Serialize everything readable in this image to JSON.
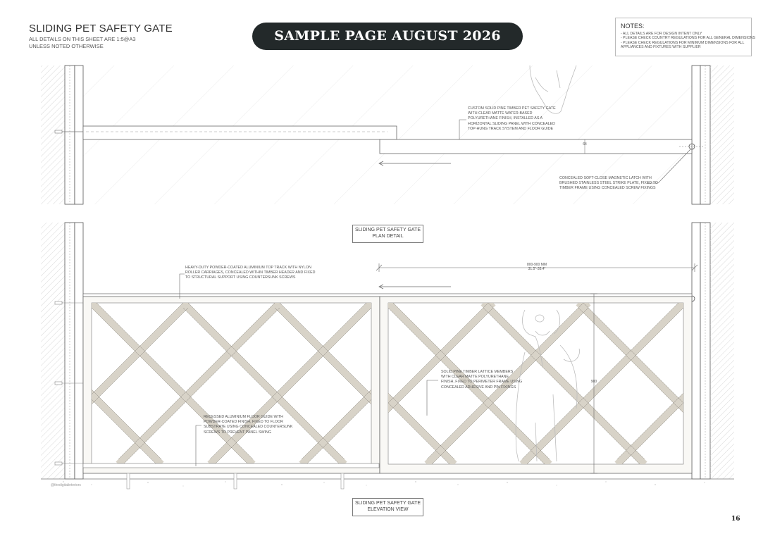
{
  "header": {
    "title": "SLIDING PET SAFETY GATE",
    "subtitle_line1": "ALL DETAILS ON THIS SHEET ARE 1:5@A3",
    "subtitle_line2": "UNLESS NOTED OTHERWISE",
    "banner": "SAMPLE PAGE AUGUST 2026"
  },
  "notes": {
    "title": "NOTES:",
    "lines": [
      "- ALL DETAILS ARE FOR DESIGN INTENT ONLY",
      "- PLEASE CHECK COUNTRY REGULATIONS FOR ALL GENERAL DIMENSIONS",
      "- PLEASE CHECK REGULATIONS FOR MINIMUM DIMENSIONS FOR ALL",
      "  APPLIANCES AND FIXTURES WITH SUPPLIER"
    ]
  },
  "plan": {
    "label_line1": "SLIDING PET SAFETY GATE",
    "label_line2": "PLAN DETAIL",
    "ann_gate": [
      "CUSTOM SOLID PINE TIMBER PET SAFETY GATE",
      "WITH CLEAR MATTE WATER-BASED",
      "POLYURETHANE FINISH, INSTALLED AS A",
      "HORIZONTAL SLIDING PANEL WITH CONCEALED",
      "TOP-HUNG TRACK SYSTEM AND FLOOR GUIDE"
    ],
    "ann_latch": [
      "CONCEALED SOFT-CLOSE MAGNETIC LATCH WITH",
      "BRUSHED STAINLESS STEEL STRIKE PLATE, FIXED TO",
      "TIMBER FRAME USING CONCEALED SCREW FIXINGS"
    ],
    "dim_thickness": "64"
  },
  "elevation": {
    "label_line1": "SLIDING PET SAFETY GATE",
    "label_line2": "ELEVATION VIEW",
    "ann_track": [
      "HEAVY-DUTY POWDER-COATED ALUMINIUM TOP TRACK WITH NYLON",
      "ROLLER CARRIAGES, CONCEALED WITHIN TIMBER HEADER AND FIXED",
      "TO STRUCTURAL SUPPORT USING COUNTERSUNK SCREWS"
    ],
    "ann_lattice": [
      "SOLID PINE TIMBER LATTICE MEMBERS",
      "WITH CLEAR MATTE POLYURETHANE",
      "FINISH, FIXED TO PERIMETER FRAME USING",
      "CONCEALED ADHESIVE AND PIN FIXINGS"
    ],
    "ann_guide": [
      "RECESSED ALUMINIUM FLOOR GUIDE WITH",
      "POWDER-COATED FINISH, FIXED TO FLOOR",
      "SUBSTRATE USING CONCEALED COUNTERSUNK",
      "SCREWS TO PREVENT PANEL SWING"
    ],
    "dim_width_line1": "800-900 MM",
    "dim_width_line2": "31.5\"-35.4\"",
    "dim_height": "900"
  },
  "footer": {
    "watermark": "@thedigitalinteriors",
    "page_number": "16"
  }
}
